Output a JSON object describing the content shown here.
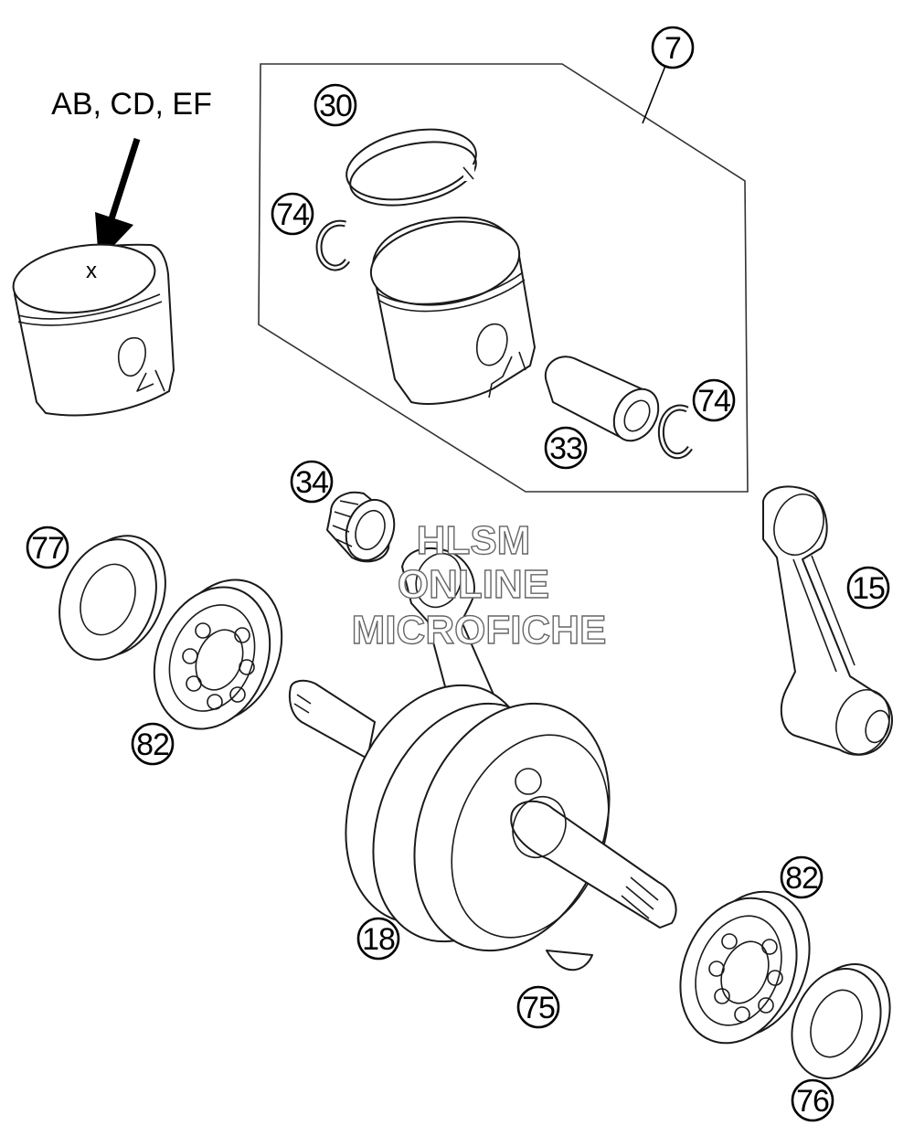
{
  "marking_label": "AB, CD, EF",
  "marking_symbol": "x",
  "callouts": {
    "c7": "7",
    "c30": "30",
    "c74a": "74",
    "c74b": "74",
    "c33": "33",
    "c34": "34",
    "c77": "77",
    "c82a": "82",
    "c15": "15",
    "c18": "18",
    "c82b": "82",
    "c75": "75",
    "c76": "76"
  },
  "watermark": {
    "line1": "HLSM",
    "line2": "ONLINE",
    "line3": "MICROFICHE"
  }
}
